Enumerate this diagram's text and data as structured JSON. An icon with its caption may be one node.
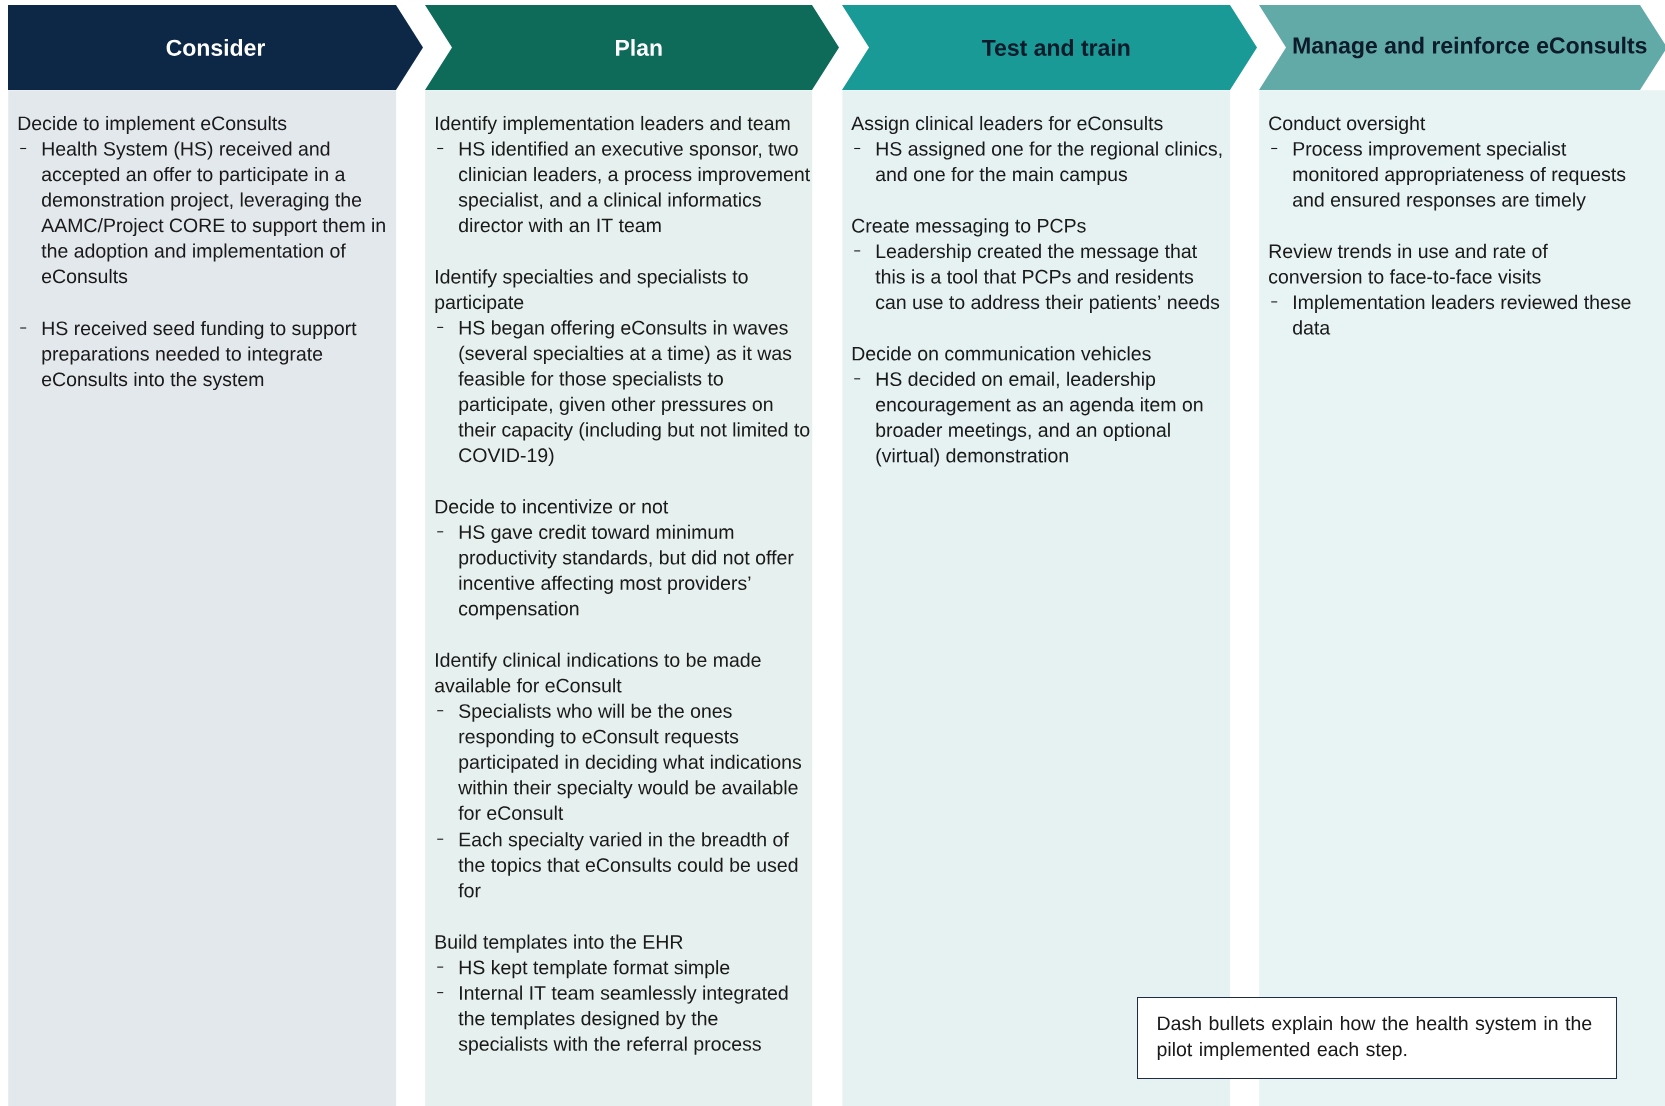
{
  "diagram": {
    "nodes": [
      {
        "text": [
          "Consider"
        ]
      },
      {
        "text": [],
        "shape": "box"
      },
      {
        "text": [
          "Decide to implement eConsults",
          "Health System (HS) received and accepted an offer to participate in a demonstration project, leveraging the AAMC/Project CORE to support them in the adoption and implementation of eConsults",
          "HS received seed funding to support preparations needed to integrate eConsults into the system"
        ],
        "in": 1
      },
      {
        "text": [
          "Plan"
        ]
      },
      {
        "text": [],
        "shape": "box"
      },
      {
        "text": [
          "Identify implementation leaders and team",
          "HS identified an executive sponsor, two clinician leaders, a process improvement specialist, and a clinical informatics director with an IT team"
        ],
        "in": 4
      },
      {
        "text": [
          "Identify specialties and specialists to participate",
          "HS began offering eConsults in waves (several specialties at a time) as it was feasible for those specialists to participate, given other pressures on their capacity (including but not limited to COVID-19)"
        ],
        "in": 4
      },
      {
        "text": [
          "Decide to incentivize or not",
          "HS gave credit toward minimum productivity standards, but did not offer incentive affecting most providers’ compensation"
        ],
        "in": 4
      },
      {
        "text": [
          "Identify clinical indications to be made available for eConsult",
          "Specialists who will be the ones responding to eConsult requests participated in deciding what indications within their specialty would be available for eConsult",
          "Each specialty varied in the breadth of the topics that eConsults could be used for"
        ],
        "in": 4
      },
      {
        "text": [
          "Build templates into the EHR",
          "HS kept template format simple",
          "Internal IT team seamlessly integrated the templates designed by the specialists with the referral process"
        ],
        "in": 4
      },
      {
        "text": [
          "Test and train"
        ]
      },
      {
        "text": [],
        "shape": "box"
      },
      {
        "text": [
          "Assign clinical leaders for eConsults",
          "HS assigned one for the regional clinics, and one for the main campus"
        ],
        "in": 11
      },
      {
        "text": [
          "Create messaging to PCPs",
          "Leadership created the message that this is a tool that PCPs and residents can use to address their patients’ needs"
        ],
        "in": 11
      },
      {
        "text": [
          "Decide on communication vehicles",
          "HS decided on email, leadership encouragement as an agenda item on broader meetings, and an optional (virtual) demonstration"
        ],
        "in": 11
      },
      {
        "text": [
          "Manage and reinforce eConsults"
        ]
      },
      {
        "text": [],
        "shape": "box"
      },
      {
        "text": [
          "Conduct oversight",
          "Process improvement specialist monitored appropriateness of requests and ensured responses are timely"
        ],
        "in": 16
      },
      {
        "text": [
          "Review trends in use and rate of conversion to face-to-face visits",
          "Implementation leaders reviewed these data"
        ],
        "in": 16
      },
      {
        "text": [
          "Dash bullets explain how the health system in the pilot implemented each step."
        ]
      }
    ]
  }
}
